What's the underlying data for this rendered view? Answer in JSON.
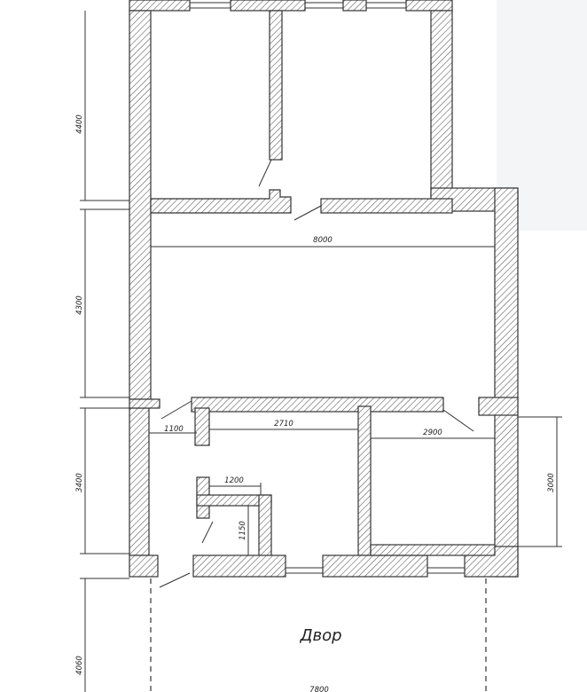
{
  "dimensions": {
    "upper_height": "4400",
    "middle_height": "4300",
    "lower_height": "3400",
    "yard_height": "4060",
    "hall_width": "8000",
    "width_1100": "1100",
    "width_2710": "2710",
    "width_2900": "2900",
    "width_1200": "1200",
    "height_1150": "1150",
    "height_3000": "3000",
    "yard_width": "7800"
  },
  "labels": {
    "yard": "Двор"
  }
}
